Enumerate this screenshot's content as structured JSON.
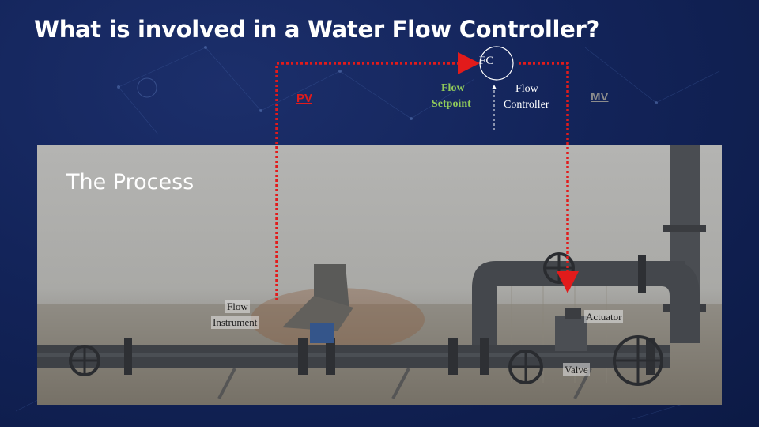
{
  "slide": {
    "title": "What is involved in a Water Flow Controller?"
  },
  "controller": {
    "symbol": "FC",
    "name_line1": "Flow",
    "name_line2": "Controller"
  },
  "signals": {
    "pv": "PV",
    "mv": "MV",
    "setpoint_line1": "Flow",
    "setpoint_line2": "Setpoint"
  },
  "process": {
    "title": "The Process",
    "flow_instrument_line1": "Flow",
    "flow_instrument_line2": "Instrument",
    "actuator": "Actuator",
    "valve": "Valve"
  },
  "colors": {
    "background": "#13245a",
    "signal_line": "#e21b1b",
    "pv_label": "#e21b1b",
    "mv_label": "#8c8c8c",
    "setpoint_label": "#8fc85a"
  }
}
